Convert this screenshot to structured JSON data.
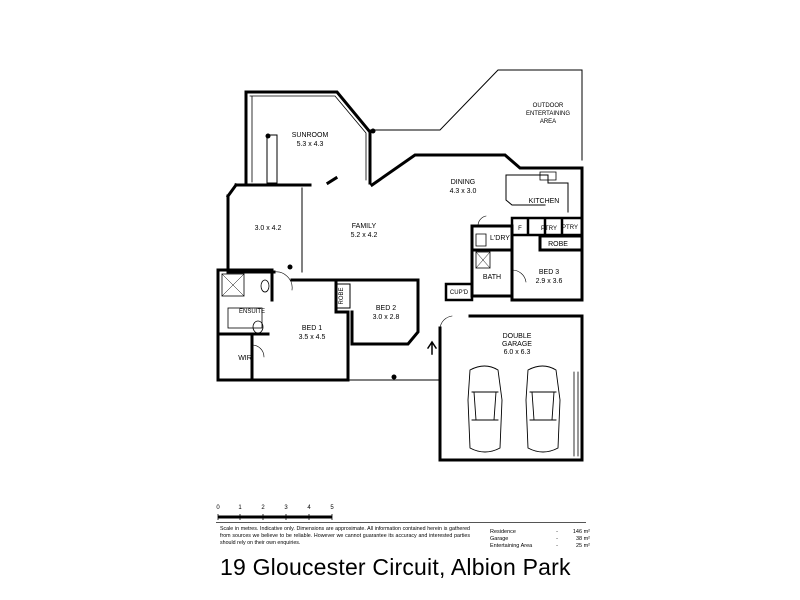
{
  "rooms": {
    "outdoor": "OUTDOOR",
    "entertaining": "ENTERTAINING",
    "area": "AREA",
    "sunroom": "SUNROOM",
    "sunroom_dim": "5.3 x 4.3",
    "dining": "DINING",
    "dining_dim": "4.3 x 3.0",
    "kitchen": "KITCHEN",
    "f": "F",
    "ptry_a": "PTRY",
    "ptry_b": "PTRY",
    "family": "FAMILY",
    "family_dim": "5.2 x 4.2",
    "room_dim": "3.0 x 4.2",
    "ldry": "L'DRY",
    "robe_b3": "ROBE",
    "bath": "BATH",
    "bed3": "BED 3",
    "bed3_dim": "2.9 x 3.6",
    "cupd": "CUP'D",
    "ensuite": "ENSUITE",
    "robe_b2": "ROBE",
    "bed2": "BED 2",
    "bed2_dim": "3.0 x 2.8",
    "bed1": "BED 1",
    "bed1_dim": "3.5 x 4.5",
    "wir": "WIR",
    "garage": "DOUBLE",
    "garage2": "GARAGE",
    "garage_dim": "6.0 x 6.3"
  },
  "scale": {
    "ticks": [
      "0",
      "1",
      "2",
      "3",
      "4",
      "5"
    ]
  },
  "disclaimer": "Scale in metres. Indicative only. Dimensions are approximate. All information contained herein is gathered from sources we believe to be reliable. However we cannot guarantee its accuracy and interested parties should rely on their own enquiries.",
  "areas": [
    {
      "label": "Residence",
      "value": "146 m²"
    },
    {
      "label": "Garage",
      "value": "38 m²"
    },
    {
      "label": "Entertaining Area",
      "value": "25 m²"
    }
  ],
  "address": "19 Gloucester Circuit, Albion Park"
}
